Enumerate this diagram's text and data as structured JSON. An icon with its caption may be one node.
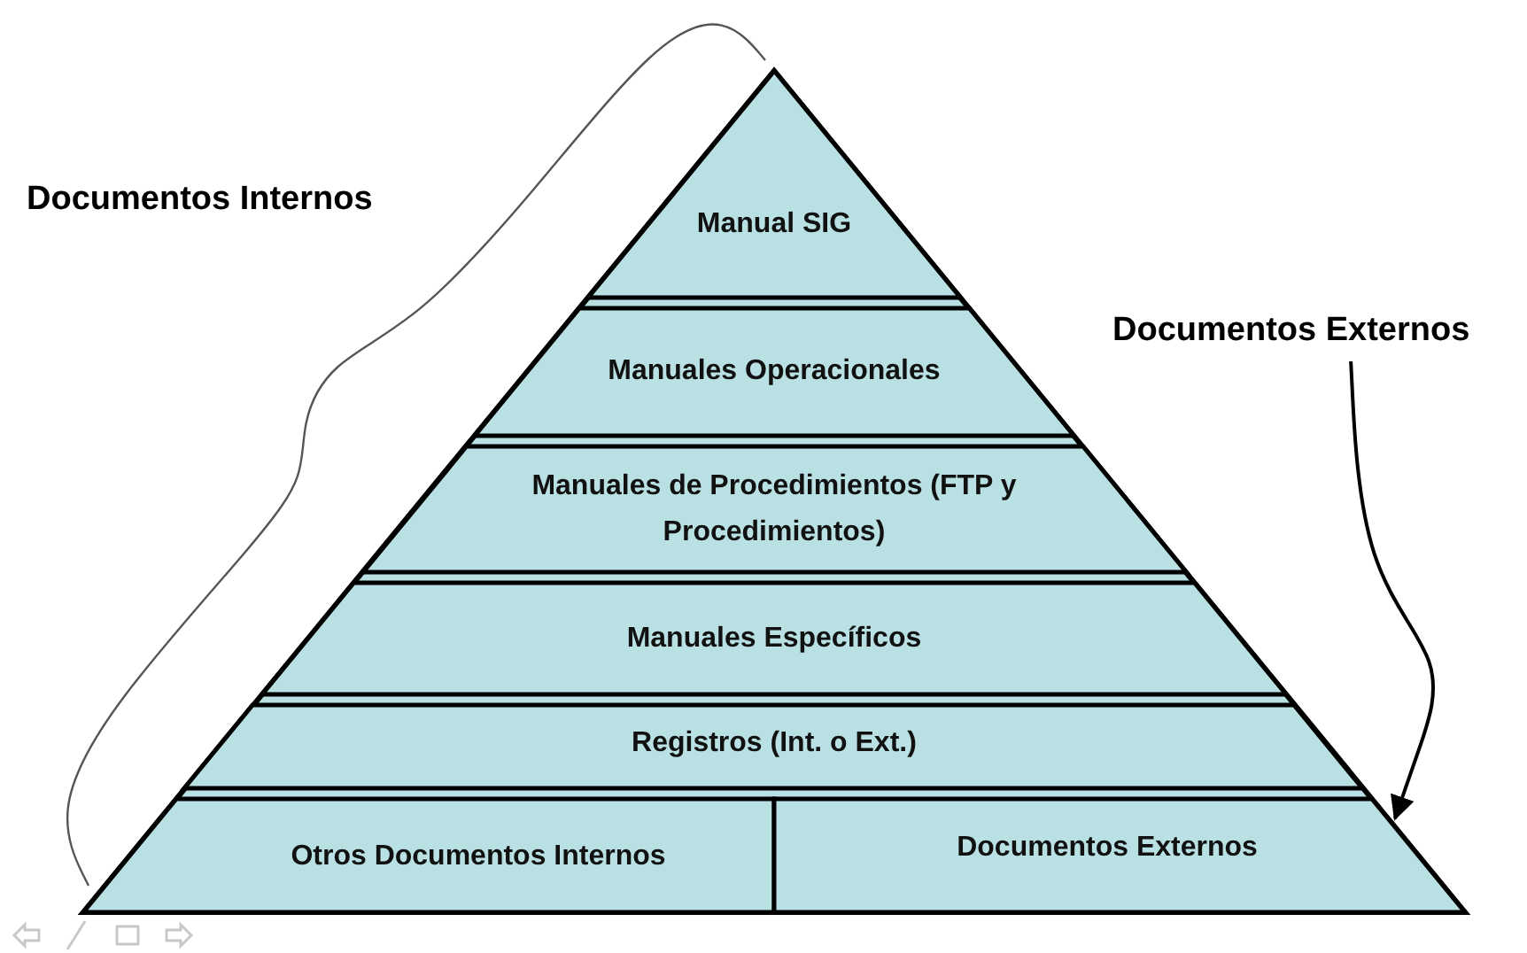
{
  "diagram": {
    "nodes": [
      {
        "text": [
          "Manual SIG"
        ]
      },
      {
        "text": [
          "Manuales Operacionales"
        ]
      },
      {
        "text": [
          "Manuales de Procedimientos (FTP y Procedimientos)"
        ]
      },
      {
        "text": [
          "Manuales Específicos"
        ]
      },
      {
        "text": [
          "Registros (Int. o Ext.)"
        ]
      },
      {
        "text": [
          "Otros Documentos Internos"
        ]
      },
      {
        "text": [
          "Documentos Externos"
        ]
      },
      {
        "text": [
          "Documentos Externos"
        ]
      }
    ],
    "edges": [
      {
        "from": 7,
        "to": 6,
        "arrow": "to"
      }
    ],
    "labels": [
      "Documentos Internos"
    ]
  }
}
